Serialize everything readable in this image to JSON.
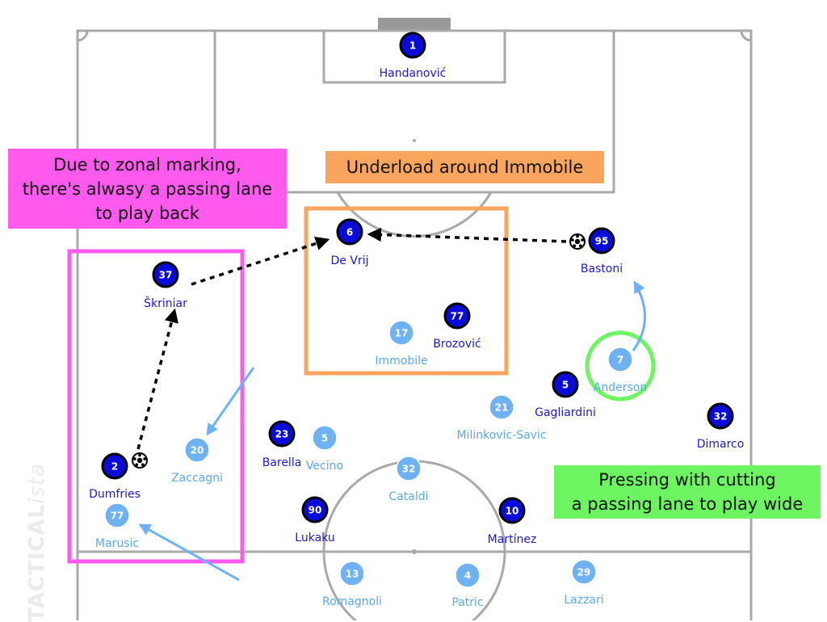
{
  "colors": {
    "pitch_line": "#a9a9a9",
    "home_fill": "#0b0bd9",
    "home_ring": "#000000",
    "home_label": "#1a1acc",
    "away_fill": "#6eb2f3",
    "away_label": "#5aa8ee",
    "arrow_blue": "#6ab4f5",
    "pink": "#ff59ee",
    "orange": "#f9a55e",
    "green": "#6cf560"
  },
  "annotations": {
    "zonal_line1": "Due to zonal marking,",
    "zonal_line2": "there's alwasy a passing lane",
    "zonal_line3": "to play back",
    "underload": "Underload around Immobile",
    "pressing_line1": "Pressing with cutting",
    "pressing_line2": "a passing lane to play wide"
  },
  "watermark": {
    "bold": "TACTICAL",
    "italic": "ista"
  },
  "home_players": [
    {
      "number": "1",
      "name": "Handanović"
    },
    {
      "number": "6",
      "name": "De Vrij"
    },
    {
      "number": "95",
      "name": "Bastoni"
    },
    {
      "number": "37",
      "name": "Škriniar"
    },
    {
      "number": "77",
      "name": "Brozović"
    },
    {
      "number": "5",
      "name": "Gagliardini"
    },
    {
      "number": "32",
      "name": "Dimarco"
    },
    {
      "number": "23",
      "name": "Barella"
    },
    {
      "number": "2",
      "name": "Dumfries"
    },
    {
      "number": "90",
      "name": "Lukaku"
    },
    {
      "number": "10",
      "name": "Martínez"
    }
  ],
  "away_players": [
    {
      "number": "17",
      "name": "Immobile"
    },
    {
      "number": "7",
      "name": "Anderson"
    },
    {
      "number": "21",
      "name": "Milinkovic-Savic"
    },
    {
      "number": "5",
      "name": "Vecino"
    },
    {
      "number": "20",
      "name": "Zaccagni"
    },
    {
      "number": "32",
      "name": "Cataldi"
    },
    {
      "number": "77",
      "name": "Marusic"
    },
    {
      "number": "13",
      "name": "Romagnoli"
    },
    {
      "number": "4",
      "name": "Patric"
    },
    {
      "number": "29",
      "name": "Lazzari"
    }
  ],
  "ball_icons": [
    "soccer-ball-icon",
    "soccer-ball-icon"
  ]
}
